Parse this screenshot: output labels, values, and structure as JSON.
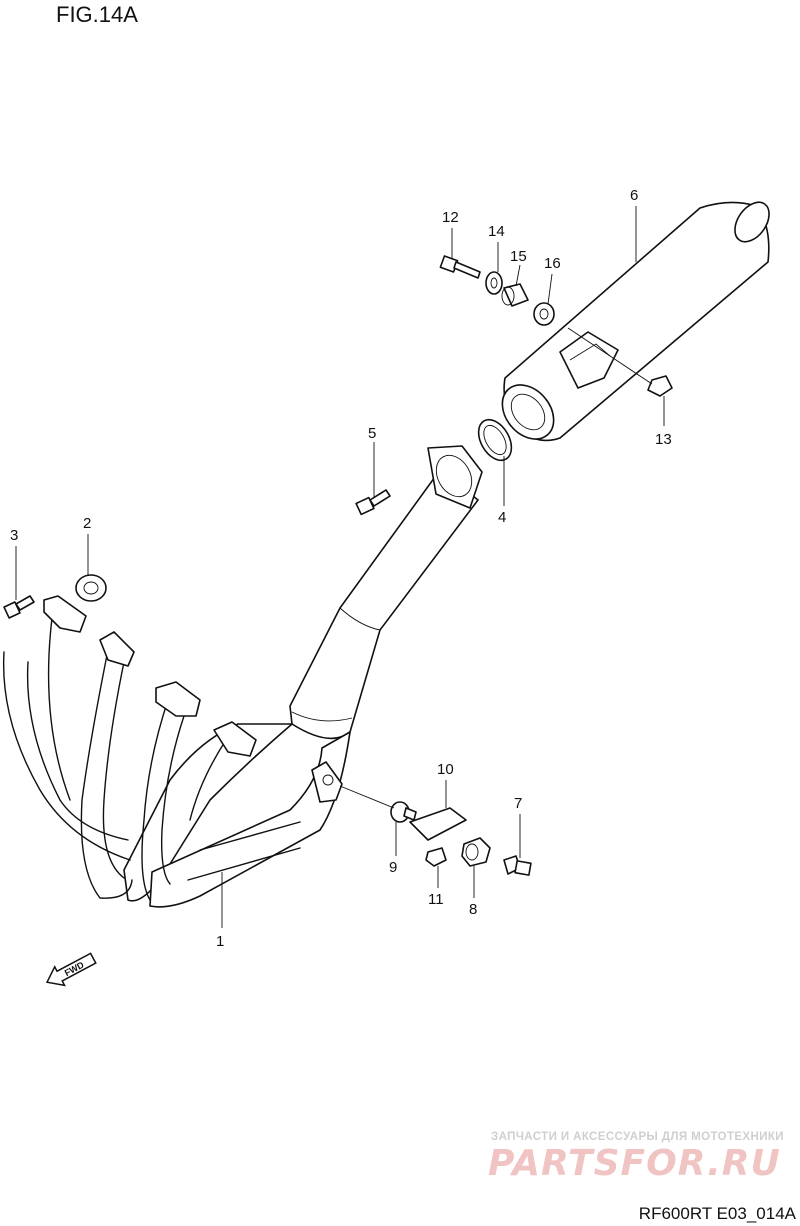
{
  "figure_title": "FIG.14A",
  "footer_code": "RF600RT E03_014A",
  "watermark": {
    "tagline": "ЗАПЧАСТИ И АКСЕССУАРЫ ДЛЯ МОТОТЕХНИКИ",
    "logo": "PARTSFOR.RU"
  },
  "fwd_arrow": "FWD",
  "callouts": [
    "1",
    "2",
    "3",
    "4",
    "5",
    "6",
    "7",
    "8",
    "9",
    "10",
    "11",
    "12",
    "13",
    "14",
    "15",
    "16"
  ]
}
